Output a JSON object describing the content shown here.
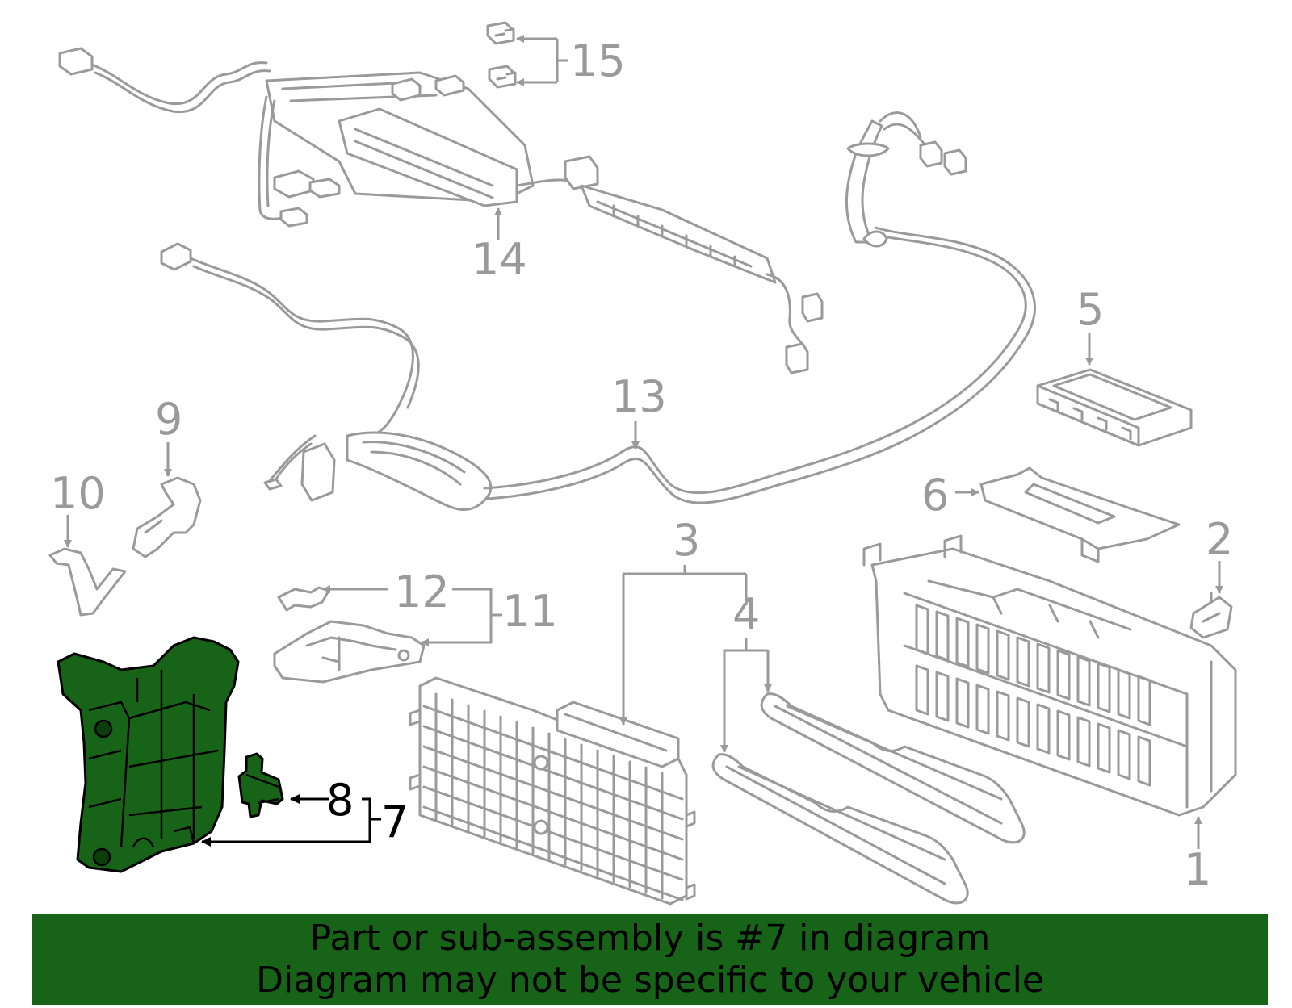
{
  "callouts": {
    "n1": "1",
    "n2": "2",
    "n3": "3",
    "n4": "4",
    "n5": "5",
    "n6": "6",
    "n7": "7",
    "n8": "8",
    "n9": "9",
    "n10": "10",
    "n11": "11",
    "n12": "12",
    "n13": "13",
    "n14": "14",
    "n15": "15"
  },
  "highlighted_part": "7",
  "colors": {
    "highlight": "#176317",
    "linework": "#9a9a9a",
    "banner": "#176317"
  },
  "banner": {
    "line1": "Part or sub-assembly is #7 in diagram",
    "line2": "Diagram may not be specific to your vehicle"
  }
}
